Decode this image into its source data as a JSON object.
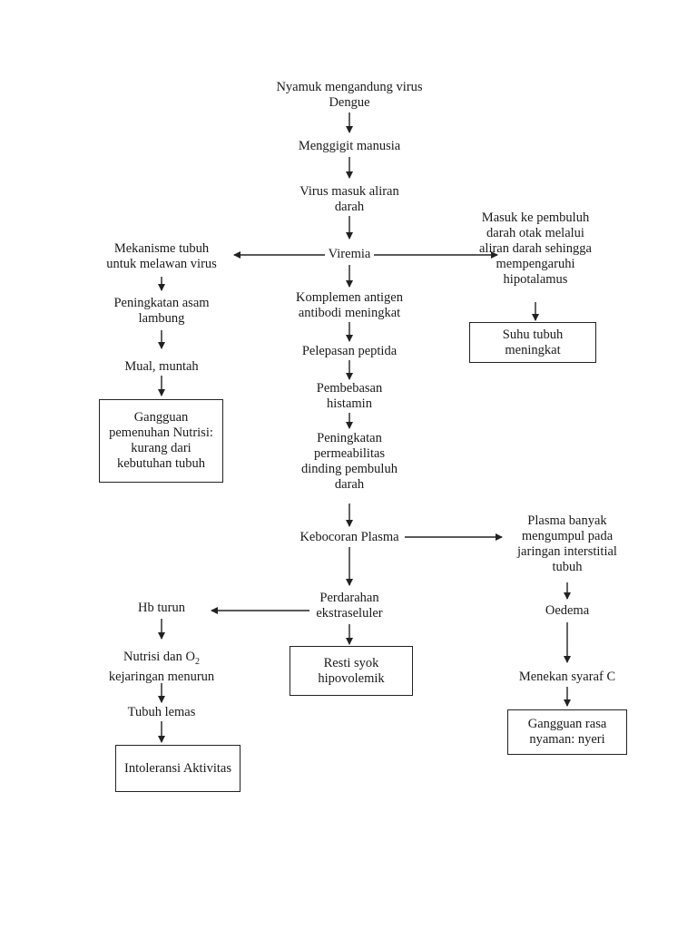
{
  "main": {
    "n1": [
      "Nyamuk mengandung virus",
      "Dengue"
    ],
    "n2": [
      "Menggigit manusia"
    ],
    "n3": [
      "Virus masuk aliran",
      "darah"
    ],
    "n4": [
      "Viremia"
    ],
    "n5": [
      "Komplemen antigen",
      "antibodi meningkat"
    ],
    "n6": [
      "Pelepasan peptida"
    ],
    "n7": [
      "Pembebasan",
      "histamin"
    ],
    "n8": [
      "Peningkatan",
      "permeabilitas",
      "dinding pembuluh",
      "darah"
    ],
    "n9": [
      "Kebocoran Plasma"
    ],
    "n10": [
      "Perdarahan",
      "ekstraseluler"
    ],
    "box_syok": [
      "Resti syok",
      "hipovolemik"
    ]
  },
  "left_top": {
    "n1": [
      "Mekanisme tubuh",
      "untuk melawan virus"
    ],
    "n2": [
      "Peningkatan asam",
      "lambung"
    ],
    "n3": [
      "Mual, muntah"
    ],
    "box": [
      "Gangguan",
      "pemenuhan Nutrisi:",
      "kurang dari",
      "kebutuhan tubuh"
    ]
  },
  "right_top": {
    "n1": [
      "Masuk ke pembuluh",
      "darah otak melalui",
      "aliran darah sehingga",
      "mempengaruhi",
      "hipotalamus"
    ],
    "box": [
      "Suhu tubuh",
      "meningkat"
    ]
  },
  "right_bottom": {
    "n1": [
      "Plasma banyak",
      "mengumpul pada",
      "jaringan interstitial",
      "tubuh"
    ],
    "n2": [
      "Oedema"
    ],
    "n3": [
      "Menekan syaraf C"
    ],
    "box": [
      "Gangguan rasa",
      "nyaman: nyeri"
    ]
  },
  "left_bottom": {
    "n1": [
      "Hb turun"
    ],
    "n2_prefix": "Nutrisi dan O",
    "n2_sub": "2",
    "n2_line2": "kejaringan menurun",
    "n3": [
      "Tubuh lemas"
    ],
    "box": [
      "Intoleransi Aktivitas"
    ]
  }
}
